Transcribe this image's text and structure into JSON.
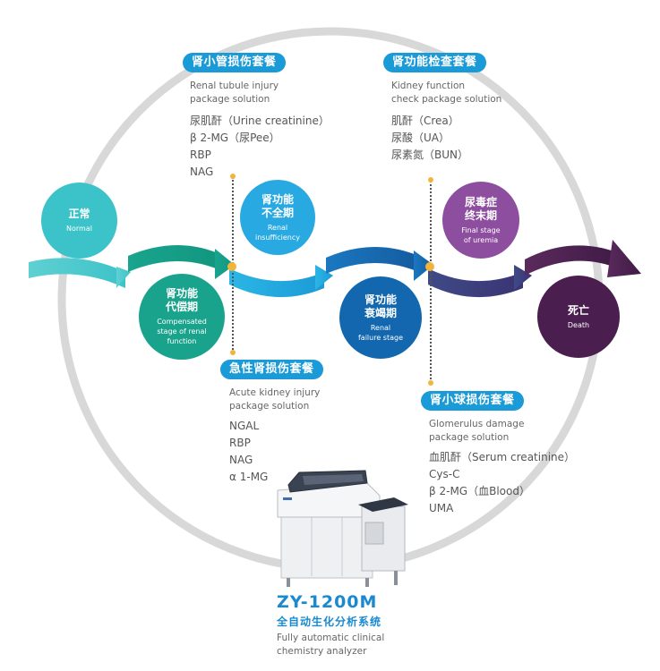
{
  "packages": {
    "tubule": {
      "title": "肾小管损伤套餐",
      "en_line1": "Renal tubule injury",
      "en_line2": "package solution",
      "items": [
        "尿肌酐（Urine creatinine）",
        "β 2-MG（尿Pee）",
        "RBP",
        "NAG"
      ]
    },
    "function": {
      "title": "肾功能检查套餐",
      "en_line1": "Kidney function",
      "en_line2": "check package solution",
      "items": [
        "肌酐（Crea）",
        "尿酸（UA）",
        "尿素氮（BUN）"
      ]
    },
    "acute": {
      "title": "急性肾损伤套餐",
      "en_line1": "Acute kidney injury",
      "en_line2": "package solution",
      "items": [
        "NGAL",
        "RBP",
        "NAG",
        "α 1-MG"
      ]
    },
    "glomerulus": {
      "title": "肾小球损伤套餐",
      "en_line1": "Glomerulus damage",
      "en_line2": "package solution",
      "items": [
        "血肌酐（Serum creatinine）",
        "Cys-C",
        "β 2-MG（血Blood）",
        "UMA"
      ]
    }
  },
  "stages": {
    "normal": {
      "zh": "正常",
      "en": "Normal",
      "color": "#3cc3c9"
    },
    "compensated": {
      "zh": "肾功能\n代偿期",
      "en": "Compensated\nstage of renal\nfunction",
      "color": "#1aa38c"
    },
    "insufficiency": {
      "zh": "肾功能\n不全期",
      "en": "Renal\ninsufficiency",
      "color": "#29a9e1"
    },
    "failure": {
      "zh": "肾功能\n衰竭期",
      "en": "Renal\nfailure stage",
      "color": "#1267ae"
    },
    "uremia": {
      "zh": "尿毒症\n终末期",
      "en": "Final stage\nof uremia",
      "color": "#8e4e9f"
    },
    "death": {
      "zh": "死亡",
      "en": "Death",
      "color": "#4a1e4f"
    }
  },
  "product": {
    "model": "ZY-1200M",
    "name_zh": "全自动生化分析系统",
    "name_en_line1": "Fully automatic clinical",
    "name_en_line2": "chemistry analyzer"
  },
  "colors": {
    "accent": "#1a9ad6",
    "ring": "#d8d8d8",
    "dot": "#f3b43c"
  }
}
